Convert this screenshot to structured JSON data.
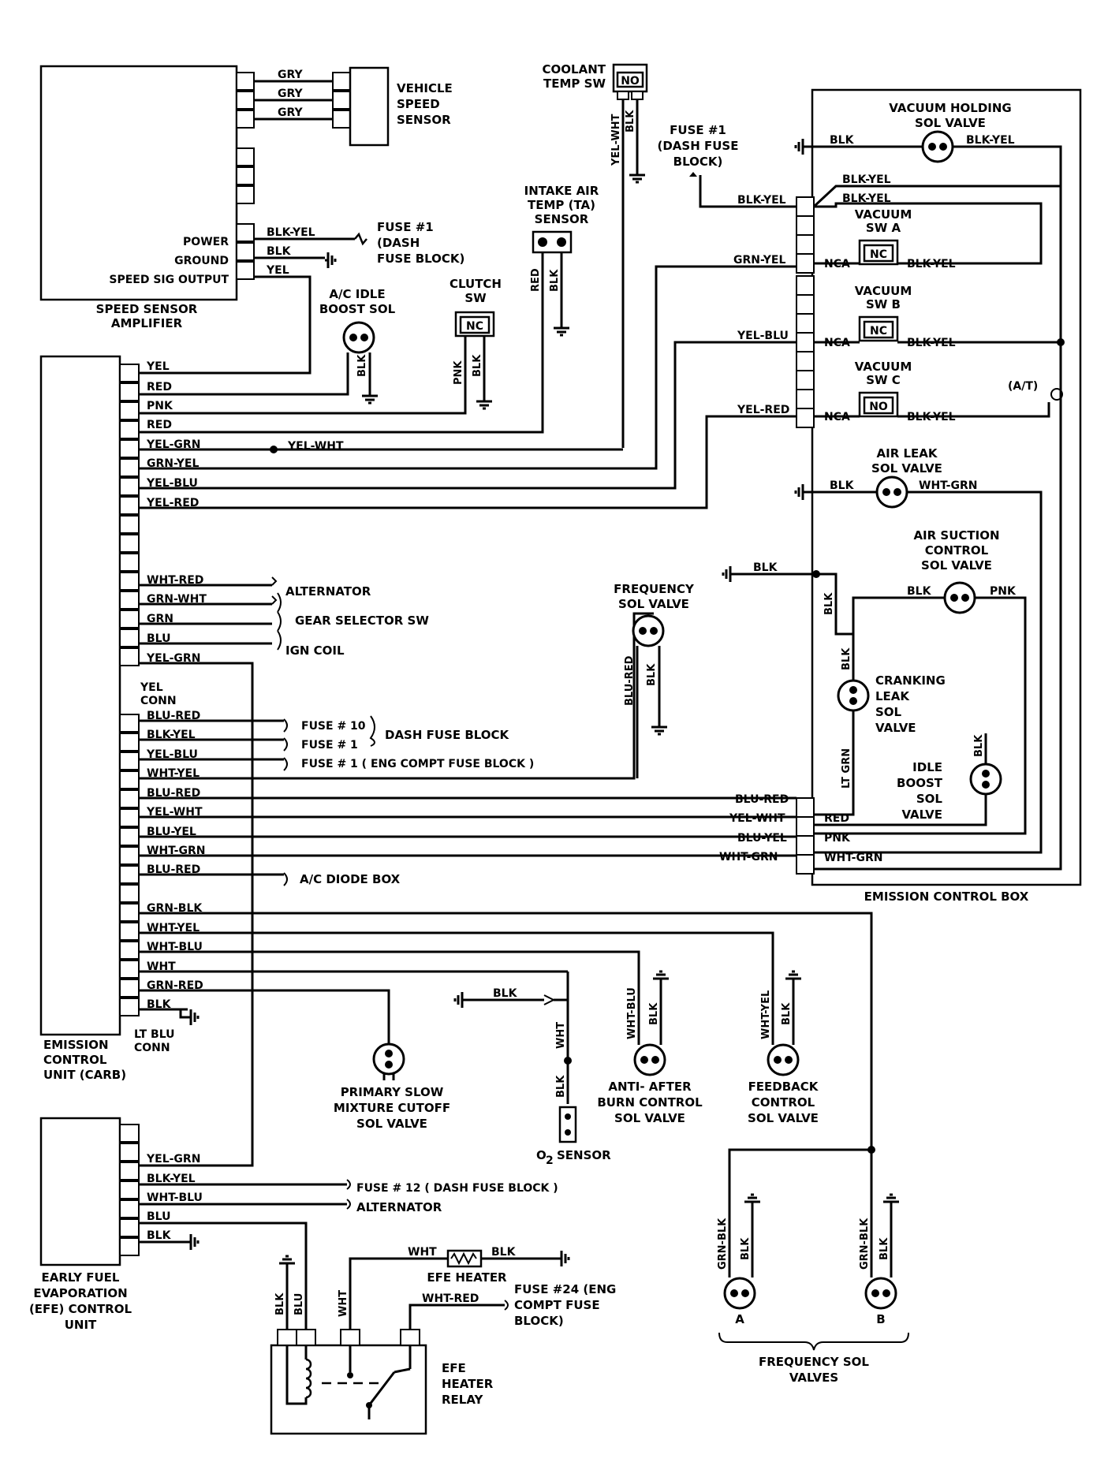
{
  "speed_sensor_amp": {
    "title": [
      "SPEED SENSOR",
      "AMPLIFIER"
    ],
    "pins": [
      "POWER",
      "GROUND",
      "SPEED SIG OUTPUT"
    ],
    "wires": [
      "GRY",
      "GRY",
      "GRY",
      "BLK-YEL",
      "BLK",
      "YEL"
    ]
  },
  "vehicle_speed_sensor": [
    "VEHICLE",
    "SPEED",
    "SENSOR"
  ],
  "fuse1_dash": [
    "FUSE #1",
    "(DASH",
    "FUSE BLOCK)"
  ],
  "coolant": {
    "title": [
      "COOLANT",
      "TEMP SW"
    ],
    "contact": "NO",
    "wires": [
      "YEL-WHT",
      "BLK"
    ]
  },
  "fuse1_top": [
    "FUSE #1",
    "(DASH FUSE",
    "BLOCK)"
  ],
  "intake_air": {
    "title": [
      "INTAKE AIR",
      "TEMP (TA)",
      "SENSOR"
    ],
    "wires": [
      "RED",
      "BLK"
    ]
  },
  "clutch_sw": {
    "title": [
      "CLUTCH",
      "SW"
    ],
    "contact": "NC",
    "wires": [
      "PNK",
      "BLK"
    ]
  },
  "ac_idle": {
    "title": [
      "A/C IDLE",
      "BOOST SOL"
    ],
    "wire": "BLK"
  },
  "ecu": {
    "title": [
      "EMISSION",
      "CONTROL",
      "UNIT (CARB)"
    ],
    "yel_conn": [
      "YEL",
      "CONN"
    ],
    "lt_blu_conn": [
      "LT BLU",
      "CONN"
    ],
    "wires": [
      "YEL",
      "RED",
      "PNK",
      "RED",
      "YEL-GRN",
      "GRN-YEL",
      "YEL-BLU",
      "YEL-RED",
      "WHT-RED",
      "GRN-WHT",
      "GRN",
      "BLU",
      "YEL-GRN",
      "BLU-RED",
      "BLK-YEL",
      "YEL-BLU",
      "WHT-YEL",
      "BLU-RED",
      "YEL-WHT",
      "BLU-YEL",
      "WHT-GRN",
      "BLU-RED",
      "GRN-BLK",
      "WHT-YEL",
      "WHT-BLU",
      "WHT",
      "GRN-RED",
      "BLK"
    ],
    "yel_wht_splice": "YEL-WHT"
  },
  "refs": {
    "alternator": "ALTERNATOR",
    "gear_selector": "GEAR SELECTOR SW",
    "ign_coil": "IGN COIL",
    "fuse10": "FUSE # 10",
    "fuse1": "FUSE # 1",
    "fuse1_eng": "FUSE # 1 ( ENG COMPT FUSE BLOCK )",
    "dash_fuse_block": "DASH FUSE BLOCK",
    "ac_diode_box": "A/C DIODE BOX"
  },
  "ecb": {
    "title": "EMISSION CONTROL BOX",
    "vac_holding": [
      "VACUUM HOLDING",
      "SOL VALVE"
    ],
    "vac_holding_wires": [
      "BLK",
      "BLK-YEL"
    ],
    "vac_sw_a": [
      "VACUUM",
      "SW A"
    ],
    "vac_sw_b": [
      "VACUUM",
      "SW B"
    ],
    "vac_sw_c": [
      "VACUUM",
      "SW C"
    ],
    "contacts": [
      "NC",
      "NC",
      "NO"
    ],
    "nca": "NCA",
    "at": "(A/T)",
    "air_leak": [
      "AIR LEAK",
      "SOL VALVE"
    ],
    "air_leak_wires": [
      "BLK",
      "WHT-GRN"
    ],
    "air_suction": [
      "AIR SUCTION",
      "CONTROL",
      "SOL VALVE"
    ],
    "air_suction_wires": [
      "BLK",
      "PNK"
    ],
    "cranking": [
      "CRANKING",
      "LEAK",
      "SOL",
      "VALVE"
    ],
    "idle_boost": [
      "IDLE",
      "BOOST",
      "SOL",
      "VALVE"
    ],
    "inner_wires": [
      "BLK-YEL",
      "BLK-YEL",
      "BLK-YEL",
      "BLK-YEL",
      "BLK-YEL",
      "BLK",
      "BLK",
      "LT GRN",
      "BLK",
      "RED",
      "PNK",
      "WHT-GRN"
    ],
    "pin_wires": [
      "BLK-YEL",
      "GRN-YEL",
      "YEL-BLU",
      "YEL-RED",
      "BLU-RED",
      "YEL-WHT",
      "BLU-YEL",
      "WHT-GRN"
    ]
  },
  "freq_sol": {
    "title": [
      "FREQUENCY",
      "SOL VALVE"
    ],
    "wires": [
      "BLU-RED",
      "BLK"
    ],
    "blk": "BLK"
  },
  "primary_slow": [
    "PRIMARY SLOW",
    "MIXTURE CUTOFF",
    "SOL VALVE"
  ],
  "o2": {
    "label": "SENSOR",
    "prefix": "O",
    "sub": "2",
    "wires": [
      "BLK",
      "WHT",
      "BLK"
    ]
  },
  "anti_after": {
    "title": [
      "ANTI- AFTER",
      "BURN CONTROL",
      "SOL VALVE"
    ],
    "wires": [
      "WHT-BLU",
      "BLK"
    ]
  },
  "feedback": {
    "title": [
      "FEEDBACK",
      "CONTROL",
      "SOL VALVE"
    ],
    "wires": [
      "WHT-YEL",
      "BLK"
    ]
  },
  "freq_sol_valves": {
    "title": [
      "FREQUENCY SOL",
      "VALVES"
    ],
    "a": "A",
    "b": "B",
    "wires": [
      "GRN-BLK",
      "BLK"
    ]
  },
  "efe": {
    "title": [
      "EARLY FUEL",
      "EVAPORATION",
      "(EFE) CONTROL",
      "UNIT"
    ],
    "wires": [
      "YEL-GRN",
      "BLK-YEL",
      "WHT-BLU",
      "BLU",
      "BLK"
    ],
    "fuse12": "FUSE # 12 ( DASH FUSE BLOCK )",
    "alternator": "ALTERNATOR",
    "heater": "EFE HEATER",
    "heater_wires": [
      "WHT",
      "BLK"
    ],
    "relay": [
      "EFE",
      "HEATER",
      "RELAY"
    ],
    "relay_wires": [
      "BLK",
      "BLU",
      "WHT",
      "WHT-RED"
    ],
    "fuse24": [
      "FUSE #24 (ENG",
      "COMPT FUSE",
      "BLOCK)"
    ]
  }
}
